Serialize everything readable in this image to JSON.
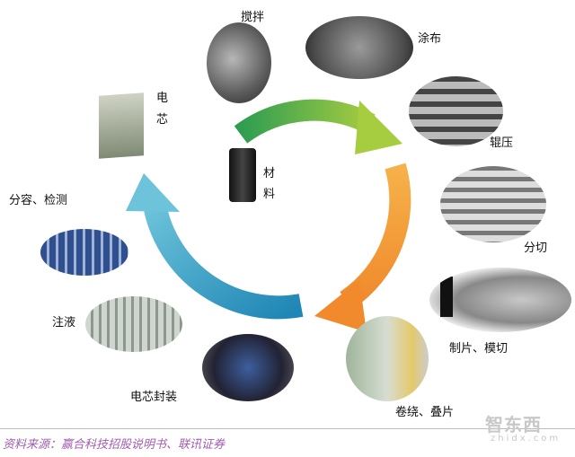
{
  "steps": {
    "mixing": "搅拌",
    "coating": "涂布",
    "rolling": "辊压",
    "slitting": "分切",
    "die_cutting": "制片、模切",
    "winding": "卷绕、叠片",
    "packaging": "电芯封装",
    "injection": "注液",
    "formation": "分容、检测",
    "cell_1": "电",
    "cell_2": "芯",
    "material_1": "材",
    "material_2": "料"
  },
  "source": "资料来源：赢合科技招股说明书、联讯证券",
  "watermark": {
    "logo": "智东西",
    "url": "zhidx.com"
  },
  "colors": {
    "green": "#8fc043",
    "orange": "#f39a3a",
    "blue": "#4aa8c9",
    "source": "#a15cb0"
  }
}
